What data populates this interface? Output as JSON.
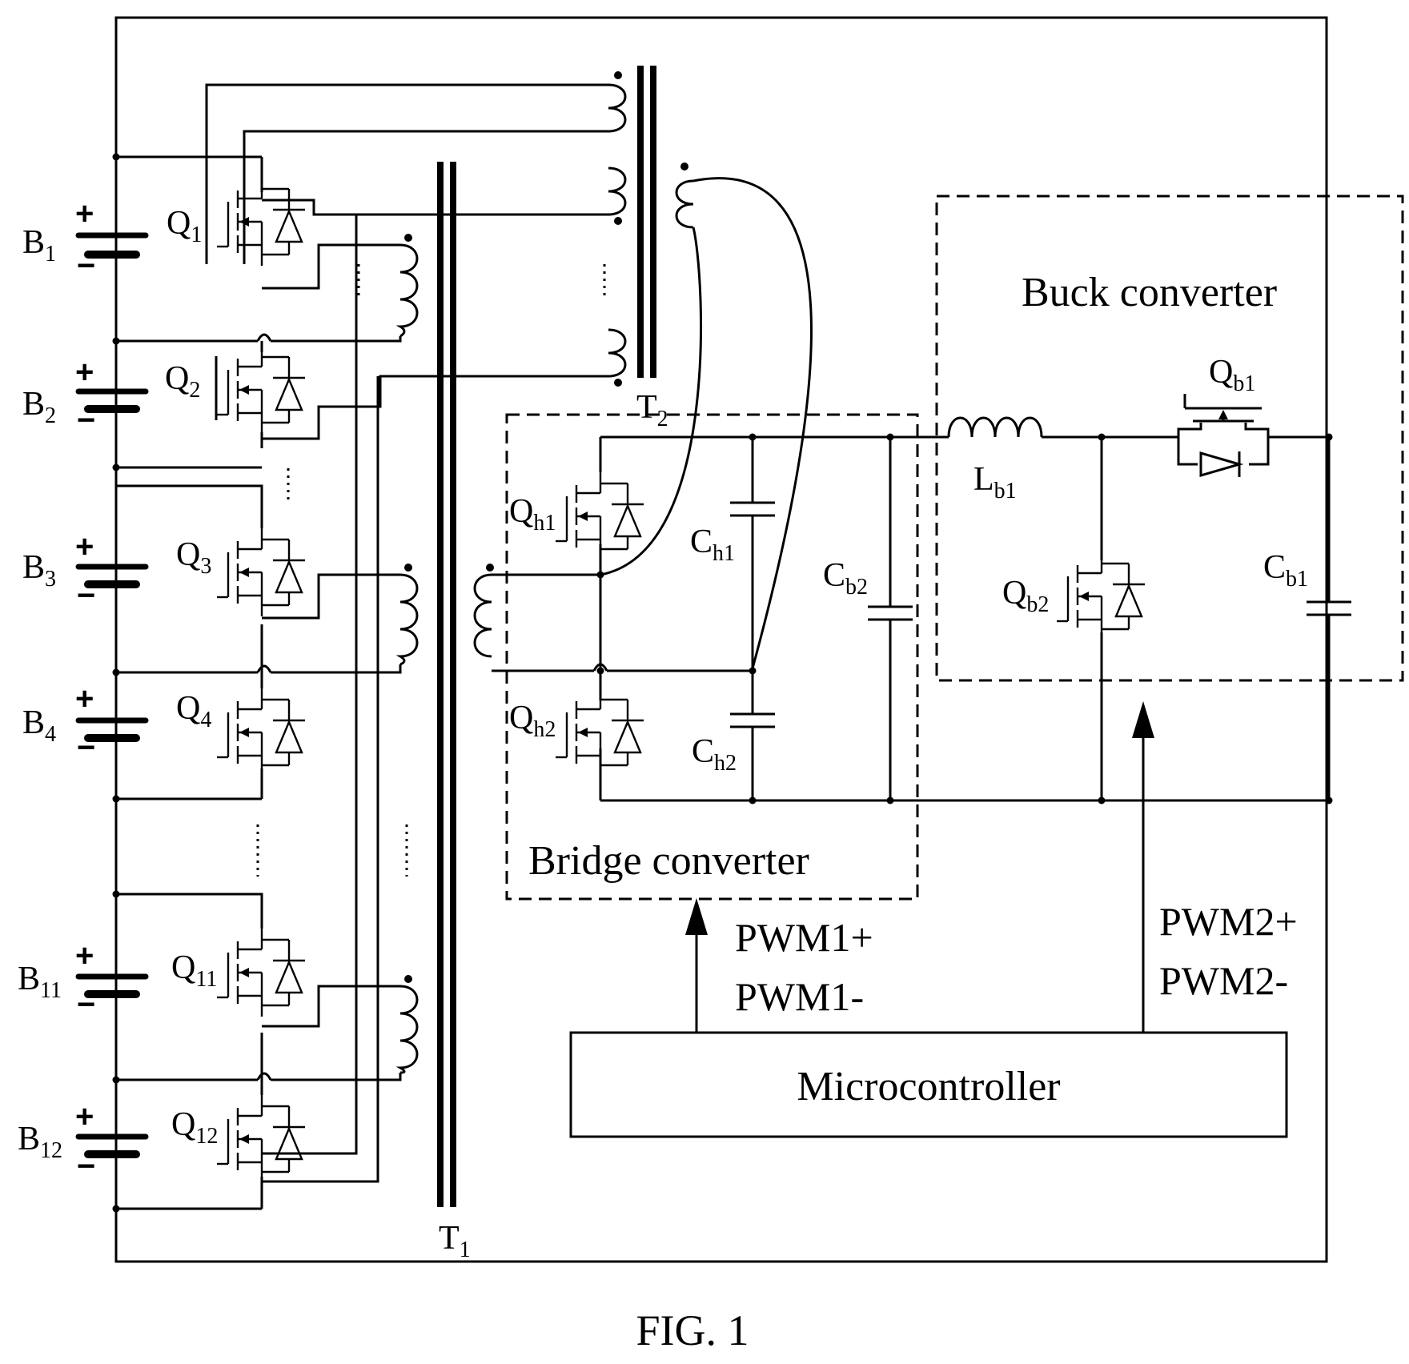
{
  "batteries": [
    {
      "base": "B",
      "sub": "1"
    },
    {
      "base": "B",
      "sub": "2"
    },
    {
      "base": "B",
      "sub": "3"
    },
    {
      "base": "B",
      "sub": "4"
    },
    {
      "base": "B",
      "sub": "11"
    },
    {
      "base": "B",
      "sub": "12"
    }
  ],
  "switches": [
    {
      "base": "Q",
      "sub": "1"
    },
    {
      "base": "Q",
      "sub": "2"
    },
    {
      "base": "Q",
      "sub": "3"
    },
    {
      "base": "Q",
      "sub": "4"
    },
    {
      "base": "Q",
      "sub": "11"
    },
    {
      "base": "Q",
      "sub": "12"
    }
  ],
  "polarity": {
    "plus": "+",
    "minus": "−"
  },
  "transformers": {
    "t1": {
      "base": "T",
      "sub": "1"
    },
    "t2": {
      "base": "T",
      "sub": "2"
    }
  },
  "bridge": {
    "title": "Bridge converter",
    "qh1": {
      "base": "Q",
      "sub": "h1"
    },
    "qh2": {
      "base": "Q",
      "sub": "h2"
    },
    "ch1": {
      "base": "C",
      "sub": "h1"
    },
    "ch2": {
      "base": "C",
      "sub": "h2"
    },
    "cb2": {
      "base": "C",
      "sub": "b2"
    }
  },
  "buck": {
    "title": "Buck converter",
    "lb1": {
      "base": "L",
      "sub": "b1"
    },
    "qb1": {
      "base": "Q",
      "sub": "b1"
    },
    "qb2": {
      "base": "Q",
      "sub": "b2"
    },
    "cb1": {
      "base": "C",
      "sub": "b1"
    }
  },
  "microcontroller": {
    "label": "Microcontroller"
  },
  "pwm1": {
    "plus": "PWM1+",
    "minus": "PWM1-"
  },
  "pwm2": {
    "plus": "PWM2+",
    "minus": "PWM2-"
  },
  "figure_label": "FIG. 1"
}
